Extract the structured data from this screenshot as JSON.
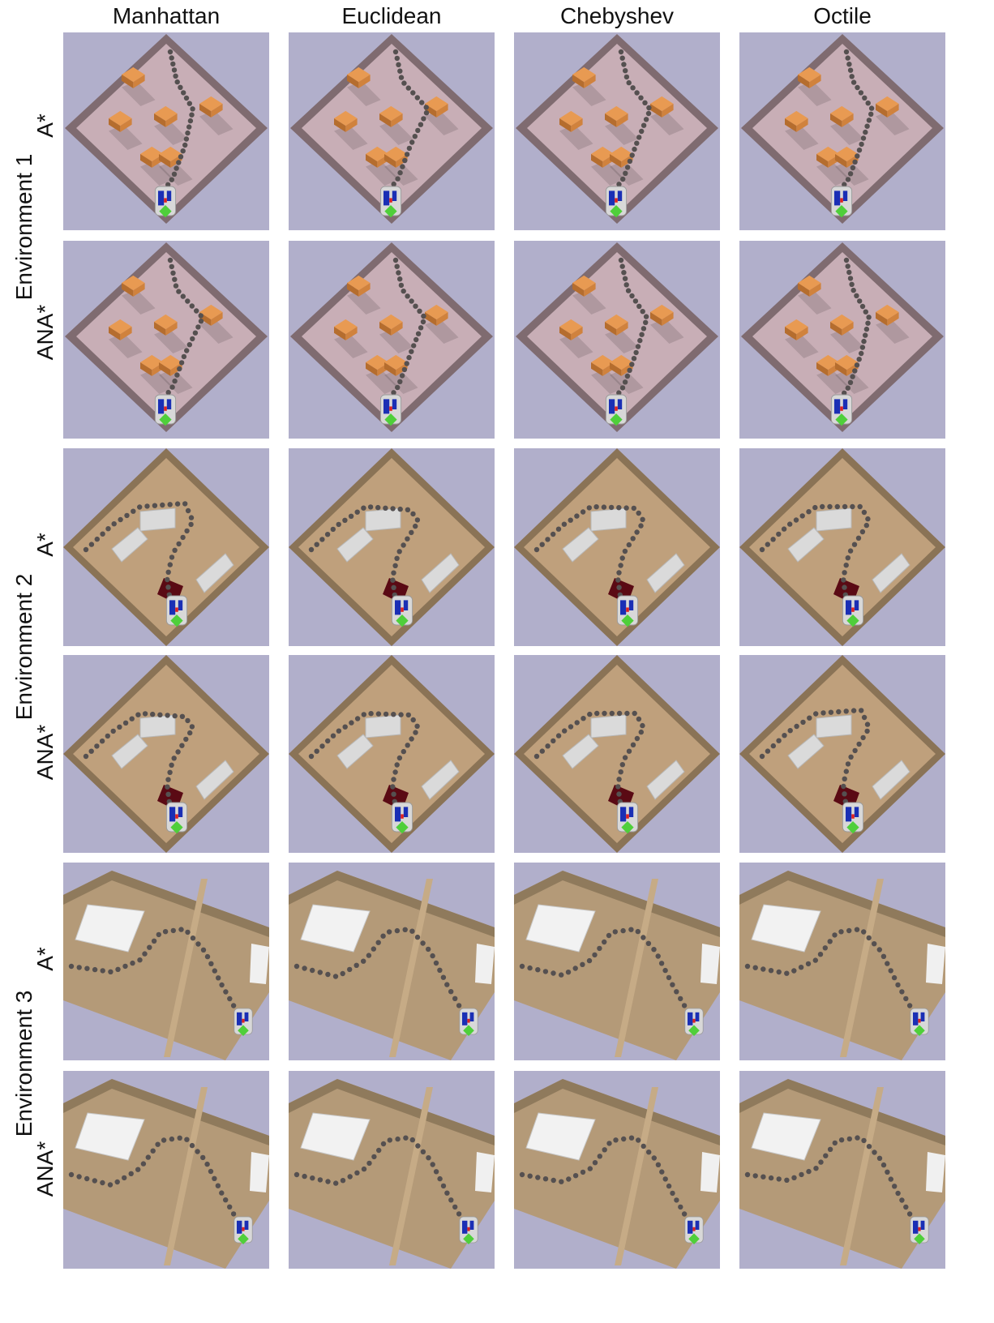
{
  "columns": [
    "Manhattan",
    "Euclidean",
    "Chebyshev",
    "Octile"
  ],
  "environments": [
    {
      "label": "Environment 1",
      "algorithms": [
        "A*",
        "ANA*"
      ]
    },
    {
      "label": "Environment 2",
      "algorithms": [
        "A*",
        "ANA*"
      ]
    },
    {
      "label": "Environment 3",
      "algorithms": [
        "A*",
        "ANA*"
      ]
    }
  ],
  "colors": {
    "background": "#b1afcb",
    "env1_floor": "#c8aeb6",
    "env1_wall": "#7f6b70",
    "env1_obstacle": "#e89a52",
    "env2_floor": "#bfa07c",
    "env2_wall": "#8a7356",
    "env2_obstacle": "#dadada",
    "env2_dark_obstacle": "#5a0a14",
    "env3_floor": "#b49a78",
    "path_dot": "#555050",
    "robot_blue": "#1a2fb5",
    "robot_green": "#4fcf3a",
    "robot_body": "#d8d8d8"
  },
  "icons": [
    "robot-icon",
    "path-dot-icon",
    "obstacle-box-icon"
  ]
}
